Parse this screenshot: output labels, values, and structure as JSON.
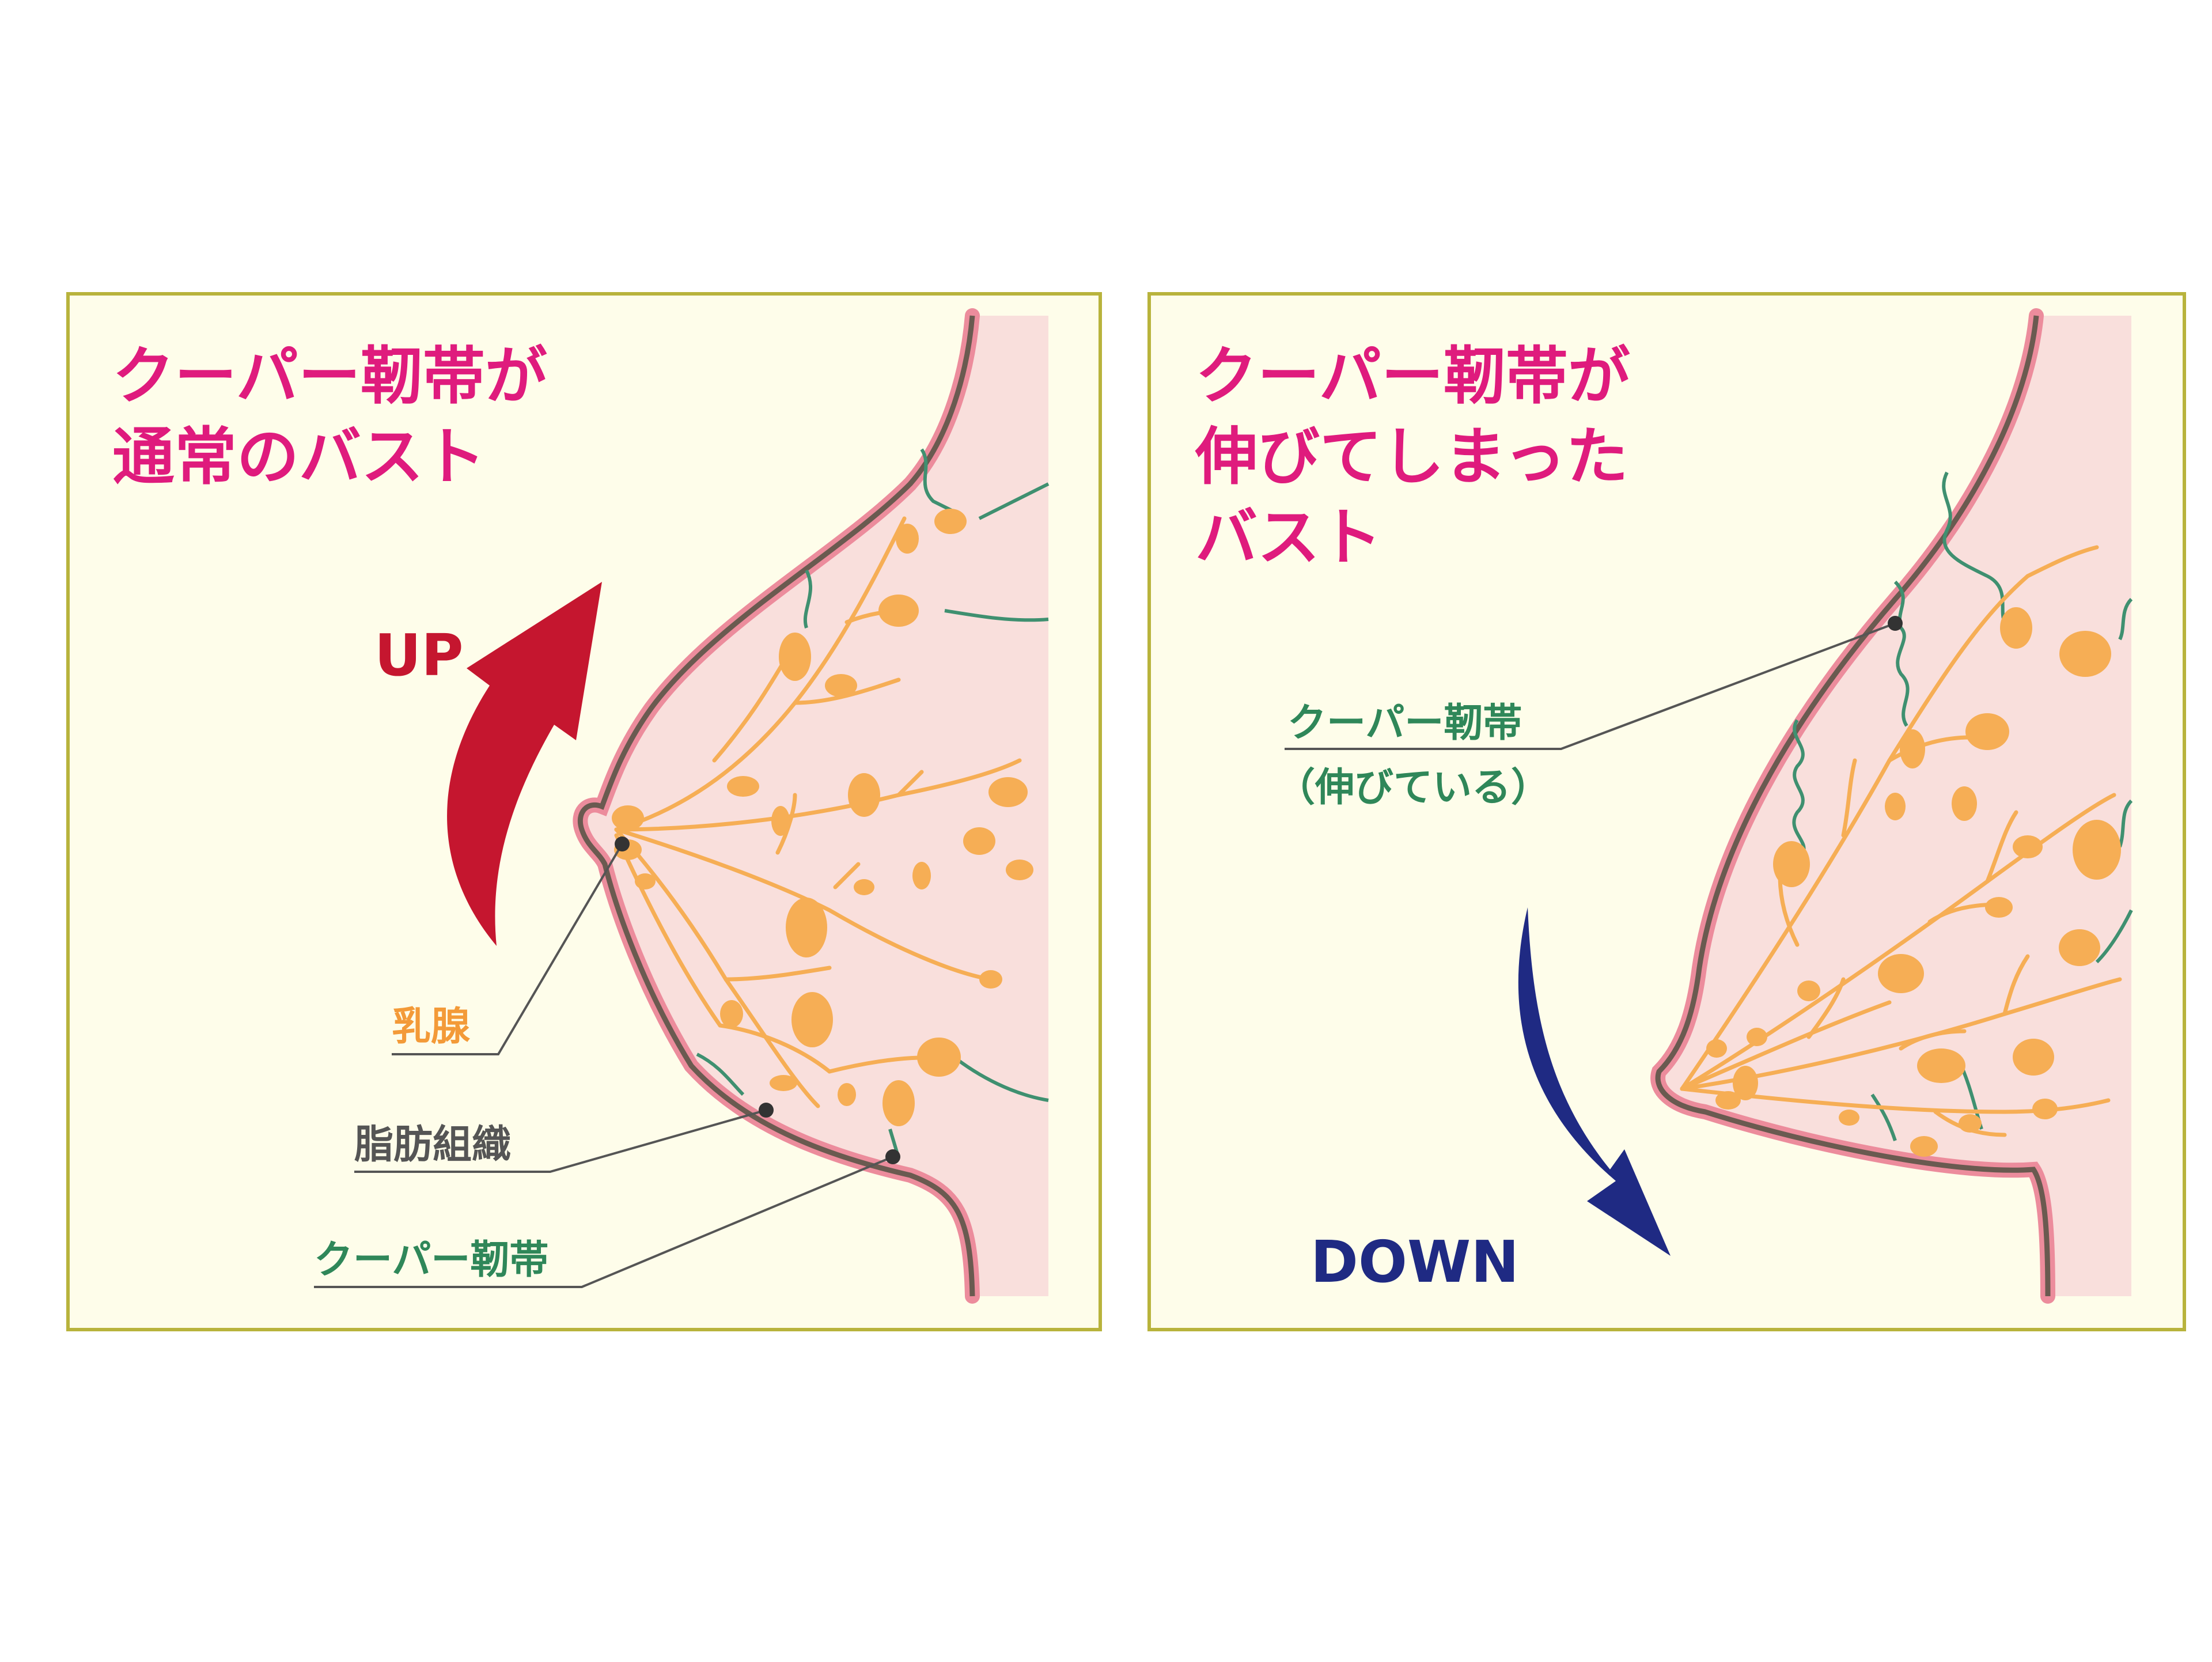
{
  "colors": {
    "panel_fill": "#fefdea",
    "panel_border": "#b8b33c",
    "tissue": "#f9dfdc",
    "skin_pink": "#ec8c9c",
    "skin_line": "#6a5a50",
    "gland": "#f6ae55",
    "ligament": "#3f9070",
    "heading": "#df1b7d",
    "up_arrow": "#c5162f",
    "down_arrow": "#1f2a83",
    "label_gland": "#f39a38",
    "label_fat": "#555555",
    "label_ligament": "#2f8759",
    "leader_line": "#555555"
  },
  "left_panel": {
    "heading_line1": "クーパー靭帯が",
    "heading_line2": "通常のバスト",
    "arrow_label": "UP",
    "labels": {
      "mammary_gland": "乳腺",
      "fat_tissue": "脂肪組織",
      "cooper_ligament": "クーパー靭帯"
    }
  },
  "right_panel": {
    "heading_line1": "クーパー靭帯が",
    "heading_line2": "伸びてしまった",
    "heading_line3": "バスト",
    "arrow_label": "DOWN",
    "labels": {
      "cooper_ligament": "クーパー靭帯",
      "stretched_note": "（伸びている）"
    }
  }
}
